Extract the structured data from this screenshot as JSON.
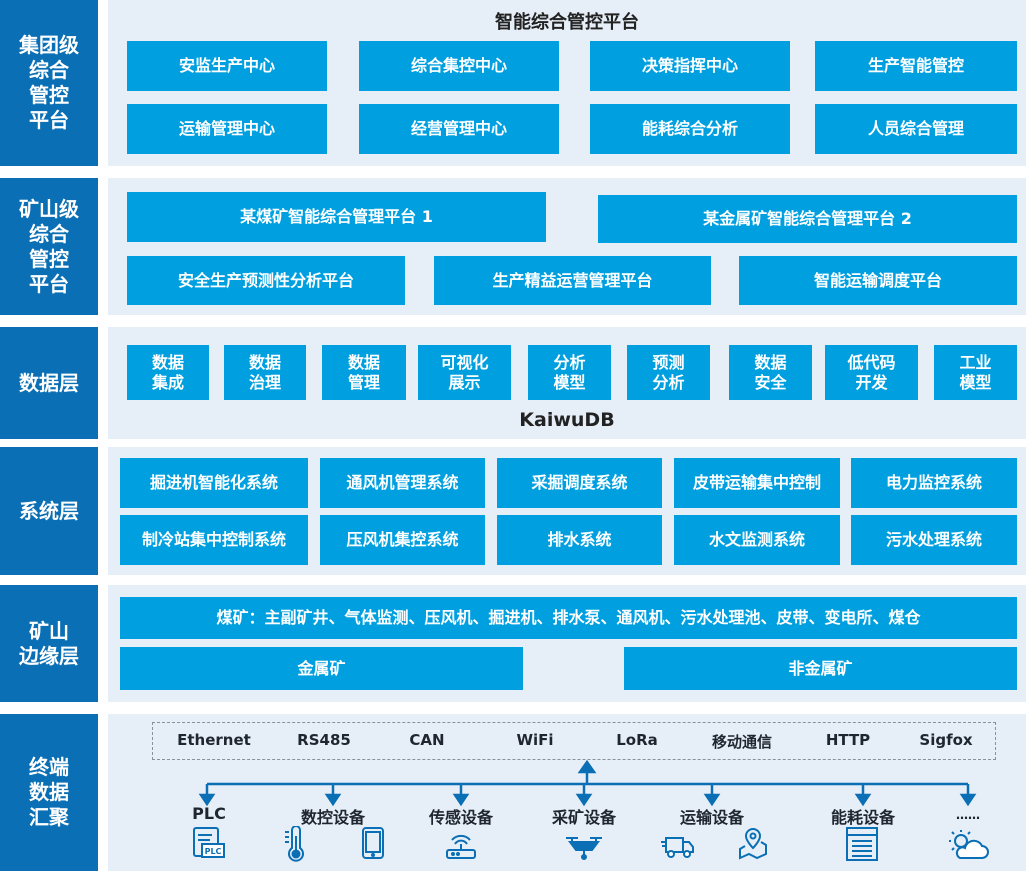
{
  "layers": {
    "group": "集团级\n综合\n管控\n平台",
    "mine": "矿山级\n综合\n管控\n平台",
    "data": "数据层",
    "system": "系统层",
    "edge": "矿山\n边缘层",
    "terminal": "终端\n数据\n汇聚"
  },
  "group_platform": {
    "title": "智能综合管控平台",
    "modules": [
      "安监生产中心",
      "综合集控中心",
      "决策指挥中心",
      "生产智能管控",
      "运输管理中心",
      "经营管理中心",
      "能耗综合分析",
      "人员综合管理"
    ]
  },
  "mine_platform": {
    "top": [
      "某煤矿智能综合管理平台 1",
      "某金属矿智能综合管理平台 2"
    ],
    "bottom": [
      "安全生产预测性分析平台",
      "生产精益运营管理平台",
      "智能运输调度平台"
    ]
  },
  "data_layer": {
    "modules": [
      "数据\n集成",
      "数据\n治理",
      "数据\n管理",
      "可视化\n展示",
      "分析\n模型",
      "预测\n分析",
      "数据\n安全",
      "低代码\n开发",
      "工业\n模型"
    ],
    "db": "KaiwuDB"
  },
  "system_layer": {
    "systems": [
      "掘进机智能化系统",
      "通风机管理系统",
      "采掘调度系统",
      "皮带运输集中控制",
      "电力监控系统",
      "制冷站集中控制系统",
      "压风机集控系统",
      "排水系统",
      "水文监测系统",
      "污水处理系统"
    ]
  },
  "edge_layer": {
    "coal": "煤矿：主副矿井、气体监测、压风机、掘进机、排水泵、通风机、污水处理池、皮带、变电所、煤仓",
    "metal": "金属矿",
    "nonmetal": "非金属矿"
  },
  "terminal_layer": {
    "protocols": [
      "Ethernet",
      "RS485",
      "CAN",
      "WiFi",
      "LoRa",
      "移动通信",
      "HTTP",
      "Sigfox"
    ],
    "devices": [
      "PLC",
      "数控设备",
      "传感设备",
      "采矿设备",
      "运输设备",
      "能耗设备",
      "……"
    ],
    "plc_icon_label": "PLC"
  },
  "colors": {
    "side": "#0a6fb4",
    "block": "#00a0e0",
    "panel": "#e6eff7",
    "line": "#0a6fb4"
  },
  "icons": [
    "plc-icon",
    "thermometer-icon",
    "tablet-icon",
    "router-icon",
    "drone-icon",
    "truck-icon",
    "map-pin-icon",
    "document-icon",
    "cloud-sun-icon"
  ]
}
